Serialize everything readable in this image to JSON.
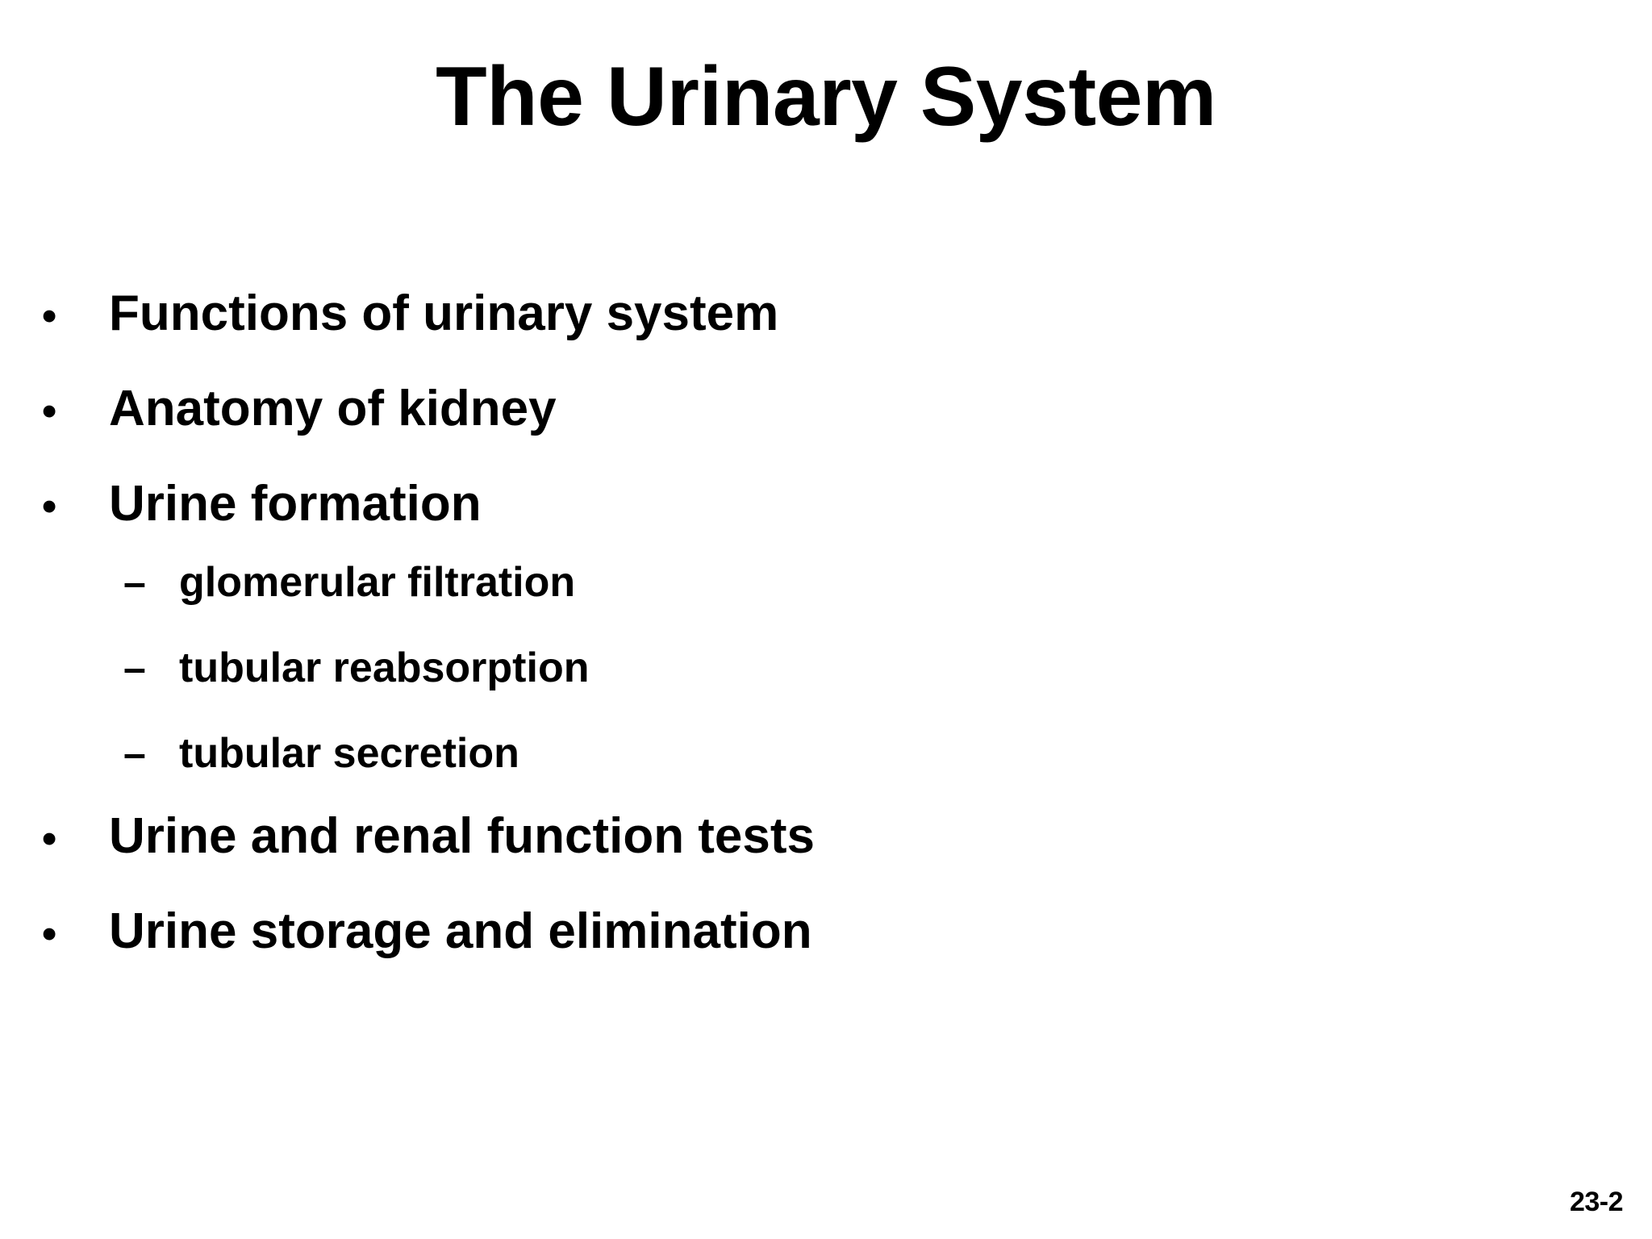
{
  "slide": {
    "title": "The Urinary System",
    "background_color": "#ffffff",
    "text_color": "#000000",
    "page_number": "23-2",
    "bullet_marker_level1": "•",
    "bullet_marker_level2": "–",
    "content": [
      {
        "level": 1,
        "marker": "•",
        "text": "Functions of urinary system"
      },
      {
        "level": 1,
        "marker": "•",
        "text": "Anatomy of kidney"
      },
      {
        "level": 1,
        "marker": "•",
        "text": "Urine formation"
      },
      {
        "level": 2,
        "marker": "–",
        "text": "glomerular filtration"
      },
      {
        "level": 2,
        "marker": "–",
        "text": "tubular reabsorption"
      },
      {
        "level": 2,
        "marker": "–",
        "text": "tubular secretion"
      },
      {
        "level": 1,
        "marker": "•",
        "text": "Urine and renal function tests"
      },
      {
        "level": 1,
        "marker": "•",
        "text": "Urine storage and elimination"
      }
    ]
  }
}
